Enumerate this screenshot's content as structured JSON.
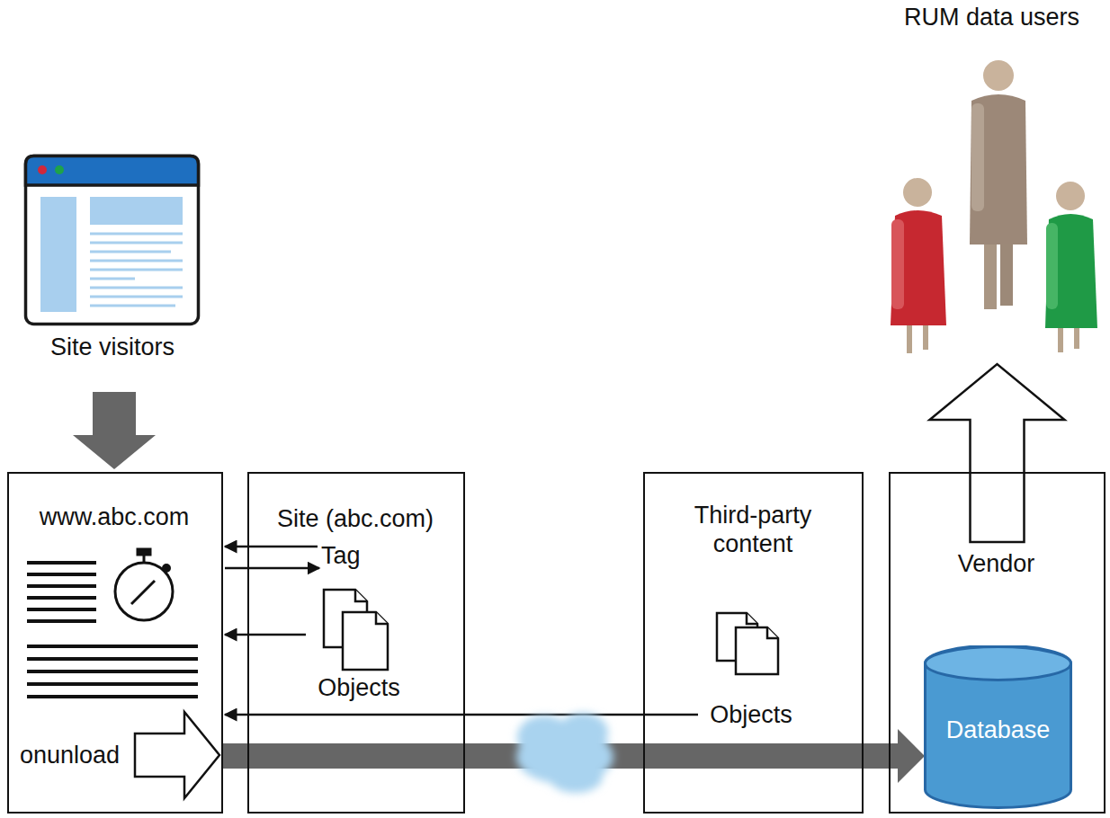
{
  "diagram": {
    "nodes": [
      {
        "text": [
          "Site visitors"
        ]
      },
      {
        "text": [
          "www.abc.com",
          "onunload"
        ]
      },
      {
        "text": [
          "Site (abc.com)"
        ]
      },
      {
        "text": [
          "Tag"
        ],
        "in": 2
      },
      {
        "text": [
          "Objects"
        ],
        "in": 2
      },
      {
        "text": [
          "Third-party content"
        ]
      },
      {
        "text": [
          "Objects"
        ],
        "in": 5
      },
      {
        "text": [
          "Vendor"
        ]
      },
      {
        "text": [
          "Database"
        ],
        "in": 7
      },
      {
        "text": [
          "RUM data users"
        ]
      }
    ],
    "edges": [
      {
        "from": 0,
        "to": 1,
        "arrow": "to"
      },
      {
        "from": 3,
        "to": 1,
        "arrow": "to"
      },
      {
        "from": 1,
        "to": 3,
        "arrow": "to"
      },
      {
        "from": 4,
        "to": 1,
        "arrow": "to"
      },
      {
        "from": 6,
        "to": 1,
        "arrow": "to"
      },
      {
        "from": 1,
        "to": 8,
        "arrow": "to"
      },
      {
        "from": 7,
        "to": 9,
        "arrow": "to"
      }
    ]
  }
}
